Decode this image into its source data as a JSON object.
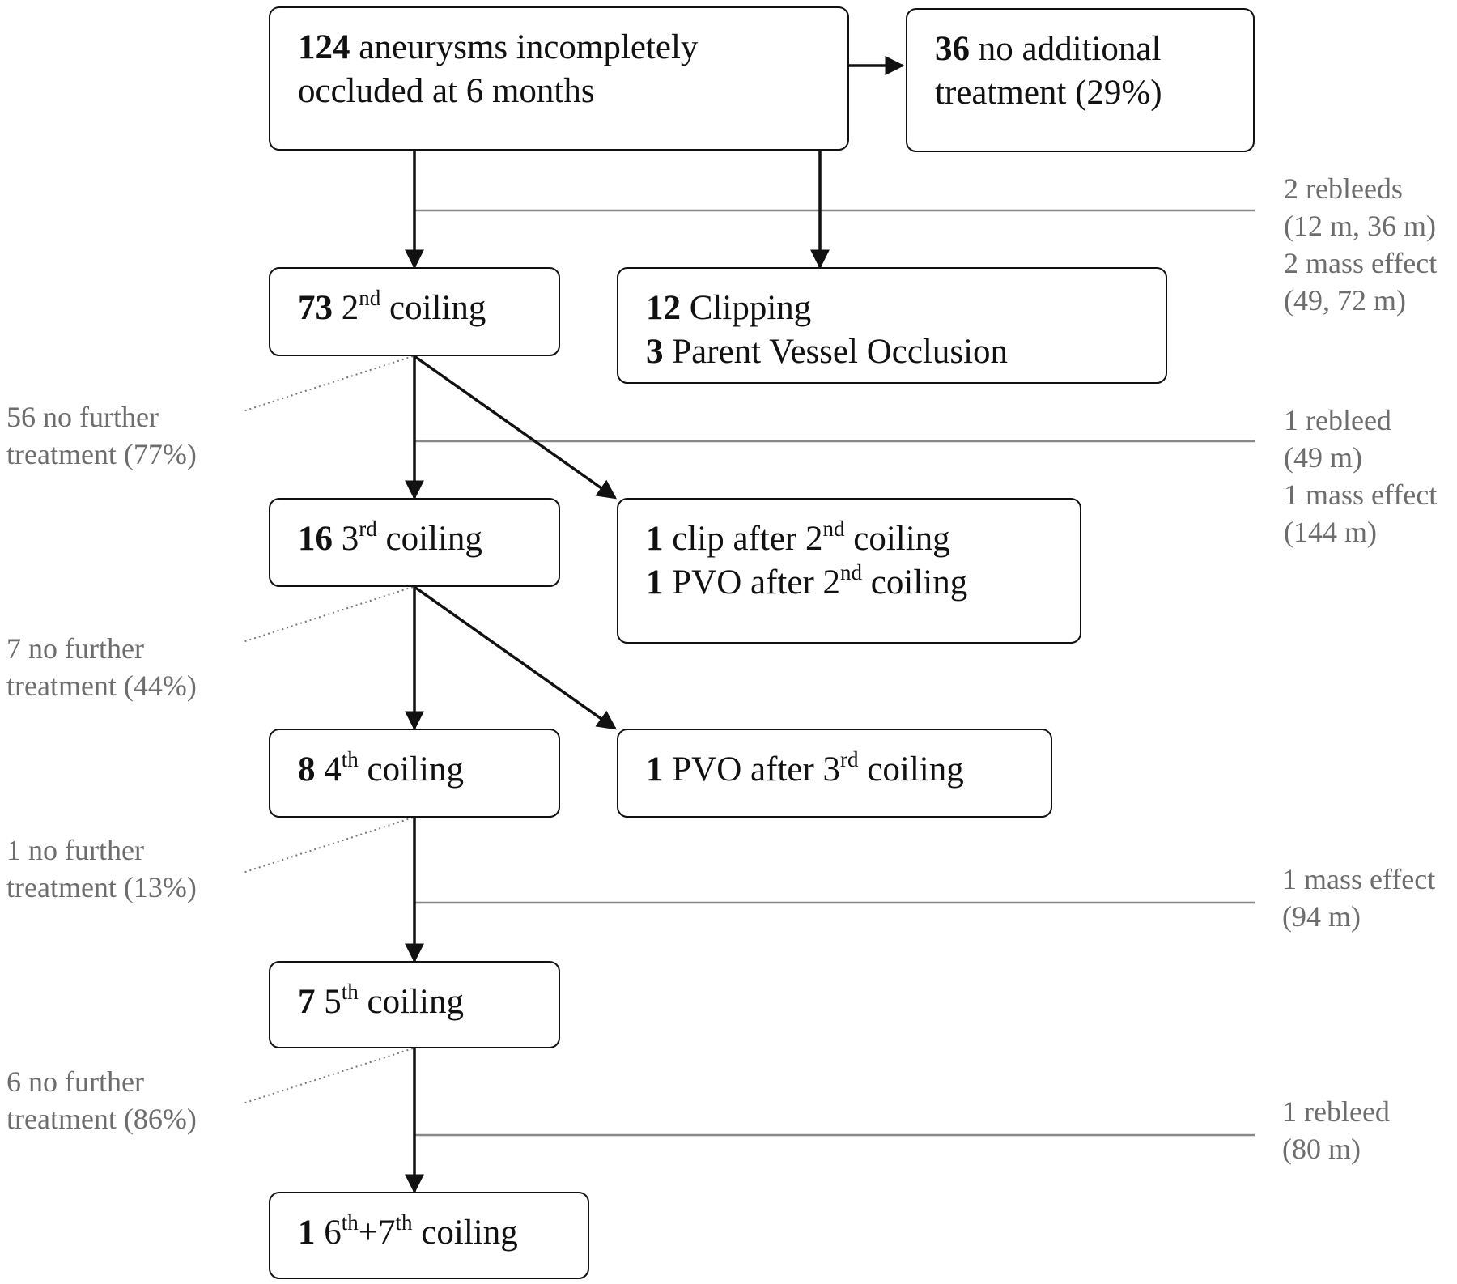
{
  "boxes": {
    "start": {
      "n": "124",
      "line1": "aneurysms incompletely",
      "line2": "occluded at 6 months"
    },
    "noadd": {
      "n": "36",
      "line1": "no additional",
      "line2": "treatment (29%)"
    },
    "coil2": {
      "n": "73",
      "ord": "2",
      "sup": "nd",
      "text": "coiling"
    },
    "clip": {
      "n1": "12",
      "t1": "Clipping",
      "n2": "3",
      "t2": "Parent Vessel Occlusion"
    },
    "coil3": {
      "n": "16",
      "ord": "3",
      "sup": "rd",
      "text": "coiling"
    },
    "after2": {
      "n1": "1",
      "t1a": "clip after 2",
      "s1": "nd",
      "t1b": "coiling",
      "n2": "1",
      "t2a": "PVO after 2",
      "s2": "nd",
      "t2b": "coiling"
    },
    "coil4": {
      "n": "8",
      "ord": "4",
      "sup": "th",
      "text": "coiling"
    },
    "after3": {
      "n": "1",
      "ta": "PVO after 3",
      "s": "rd",
      "tb": "coiling"
    },
    "coil5": {
      "n": "7",
      "ord": "5",
      "sup": "th",
      "text": "coiling"
    },
    "coil67": {
      "n": "1",
      "a": "6",
      "sa": "th",
      "b": "+7",
      "sb": "th",
      "text": "coiling"
    }
  },
  "left_notes": [
    {
      "line1": "56 no further",
      "line2": "treatment (77%)"
    },
    {
      "line1": "7 no further",
      "line2": "treatment (44%)"
    },
    {
      "line1": "1 no further",
      "line2": "treatment (13%)"
    },
    {
      "line1": "6 no further",
      "line2": "treatment (86%)"
    }
  ],
  "right_notes": [
    {
      "lines": [
        "2 rebleeds",
        "(12 m, 36 m)",
        "2 mass effect",
        "(49, 72 m)"
      ]
    },
    {
      "lines": [
        "1 rebleed",
        "(49 m)",
        "1 mass effect",
        "(144 m)"
      ]
    },
    {
      "lines": [
        "1 mass effect",
        "(94 m)"
      ]
    },
    {
      "lines": [
        "1 rebleed",
        "(80 m)"
      ]
    }
  ]
}
